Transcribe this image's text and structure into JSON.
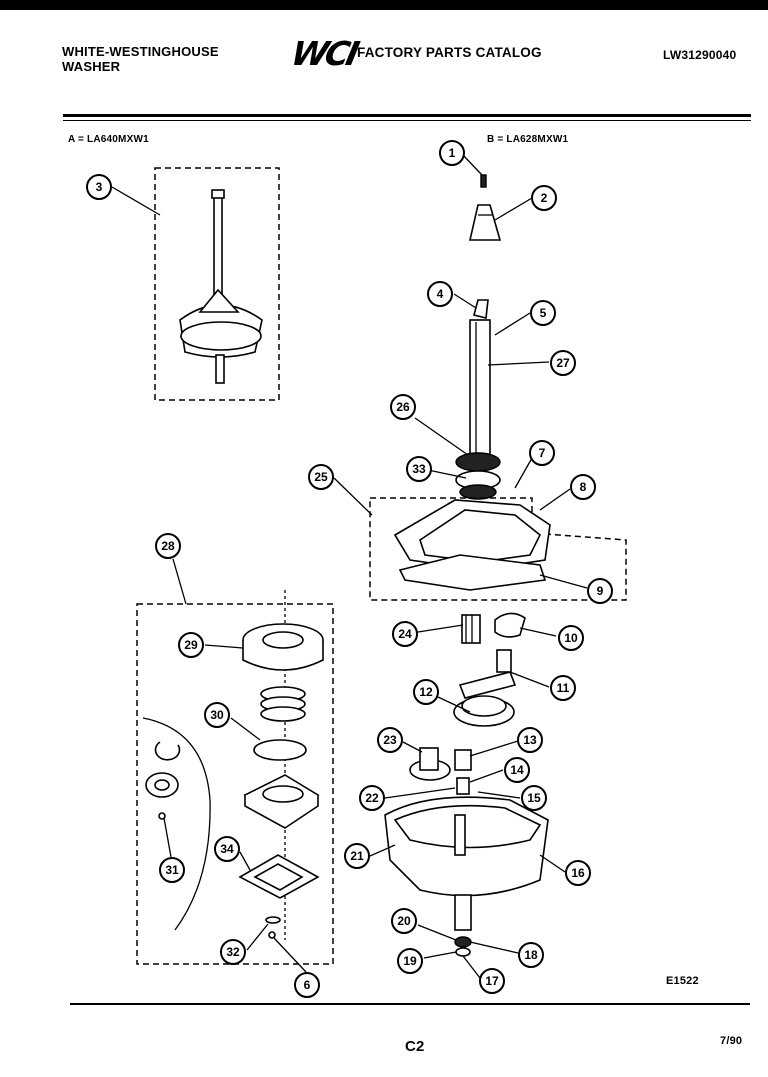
{
  "header": {
    "brand_line1": "WHITE-WESTINGHOUSE",
    "brand_line2": "WASHER",
    "logo": "WCI",
    "catalog_title": "FACTORY PARTS CATALOG",
    "document_number": "LW31290040"
  },
  "models": {
    "a": "A = LA640MXW1",
    "b": "B = LA628MXW1"
  },
  "callouts": [
    "1",
    "2",
    "3",
    "4",
    "5",
    "6",
    "7",
    "8",
    "9",
    "10",
    "11",
    "12",
    "13",
    "14",
    "15",
    "16",
    "17",
    "18",
    "19",
    "20",
    "21",
    "22",
    "23",
    "24",
    "25",
    "26",
    "27",
    "28",
    "29",
    "30",
    "31",
    "32",
    "33",
    "34"
  ],
  "footer": {
    "diagram_code": "E1522",
    "page_number": "C2",
    "date": "7/90"
  }
}
